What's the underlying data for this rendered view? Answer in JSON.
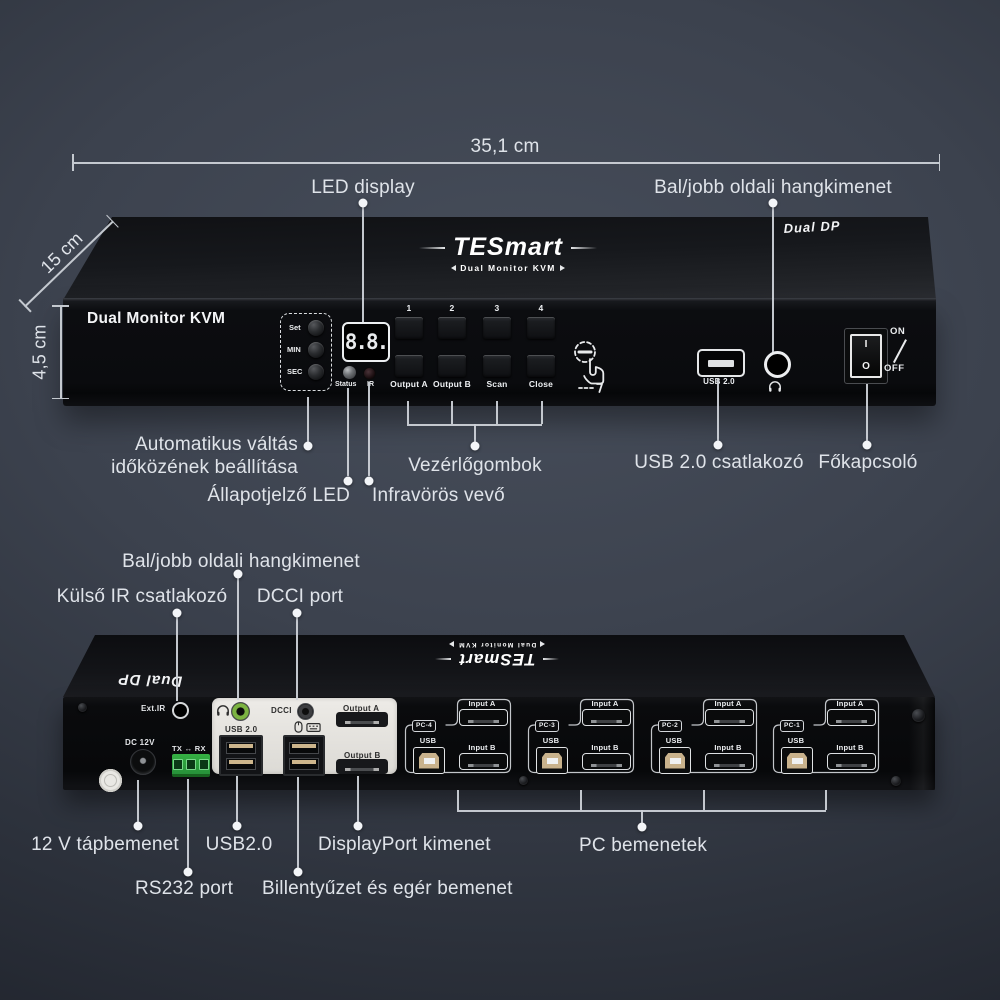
{
  "dimensions": {
    "width": "35,1 cm",
    "depth": "15 cm",
    "height": "4,5 cm"
  },
  "front": {
    "callouts": {
      "led_display": "LED display",
      "audio_out": "Bal/jobb oldali hangkimenet",
      "auto_switch_line1": "Automatikus váltás",
      "auto_switch_line2": "időközének beállítása",
      "status_led": "Állapotjelző LED",
      "ir_receiver": "Infravörös vevő",
      "control_buttons": "Vezérlőgombok",
      "usb_connector": "USB 2.0 csatlakozó",
      "power_switch": "Főkapcsoló"
    },
    "panel": {
      "model": "Dual Monitor KVM",
      "badge": "Dual DP",
      "logo_brand": "TESmart",
      "logo_sub": "Dual Monitor KVM",
      "timer_buttons": [
        {
          "label": "Set"
        },
        {
          "label": "MIN"
        },
        {
          "label": "SEC"
        }
      ],
      "led_value": "8.8.",
      "status_label": "Status",
      "ir_label": "IR",
      "select_buttons": [
        {
          "label": "1"
        },
        {
          "label": "2"
        },
        {
          "label": "3"
        },
        {
          "label": "4"
        }
      ],
      "function_buttons": [
        {
          "label": "Output A"
        },
        {
          "label": "Output B"
        },
        {
          "label": "Scan"
        },
        {
          "label": "Close"
        }
      ],
      "usb_label": "USB 2.0",
      "power": {
        "on": "ON",
        "off": "OFF",
        "i": "I",
        "o": "O"
      }
    }
  },
  "rear": {
    "callouts": {
      "audio_out": "Bal/jobb oldali hangkimenet",
      "ext_ir": "Külső IR csatlakozó",
      "dcci": "DCCI port",
      "power_in": "12 V tápbemenet",
      "usb": "USB2.0",
      "dp_out": "DisplayPort kimenet",
      "pc_inputs": "PC bemenetek",
      "rs232": "RS232 port",
      "kb_mouse": "Billentyűzet és egér bemenet"
    },
    "panel": {
      "badge": "Dual DP",
      "logo_brand": "TESmart",
      "logo_sub": "Dual Monitor KVM",
      "ext_ir_label": "Ext.IR",
      "dc_label": "DC 12V",
      "rs232_label": "TX ↔ RX",
      "io": {
        "usb_label": "USB 2.0",
        "dcci_label": "DCCI",
        "output_a": "Output A",
        "output_b": "Output B"
      },
      "pc_groups": [
        {
          "id": "PC-4",
          "usb": "USB",
          "input_a": "Input A",
          "input_b": "Input B"
        },
        {
          "id": "PC-3",
          "usb": "USB",
          "input_a": "Input A",
          "input_b": "Input B"
        },
        {
          "id": "PC-2",
          "usb": "USB",
          "input_a": "Input A",
          "input_b": "Input B"
        },
        {
          "id": "PC-1",
          "usb": "USB",
          "input_a": "Input A",
          "input_b": "Input B"
        }
      ]
    }
  },
  "icons": {
    "headphone": "headphone-icon",
    "touch": "touch-switch-icon",
    "mouse": "mouse-icon",
    "keyboard": "keyboard-icon"
  }
}
